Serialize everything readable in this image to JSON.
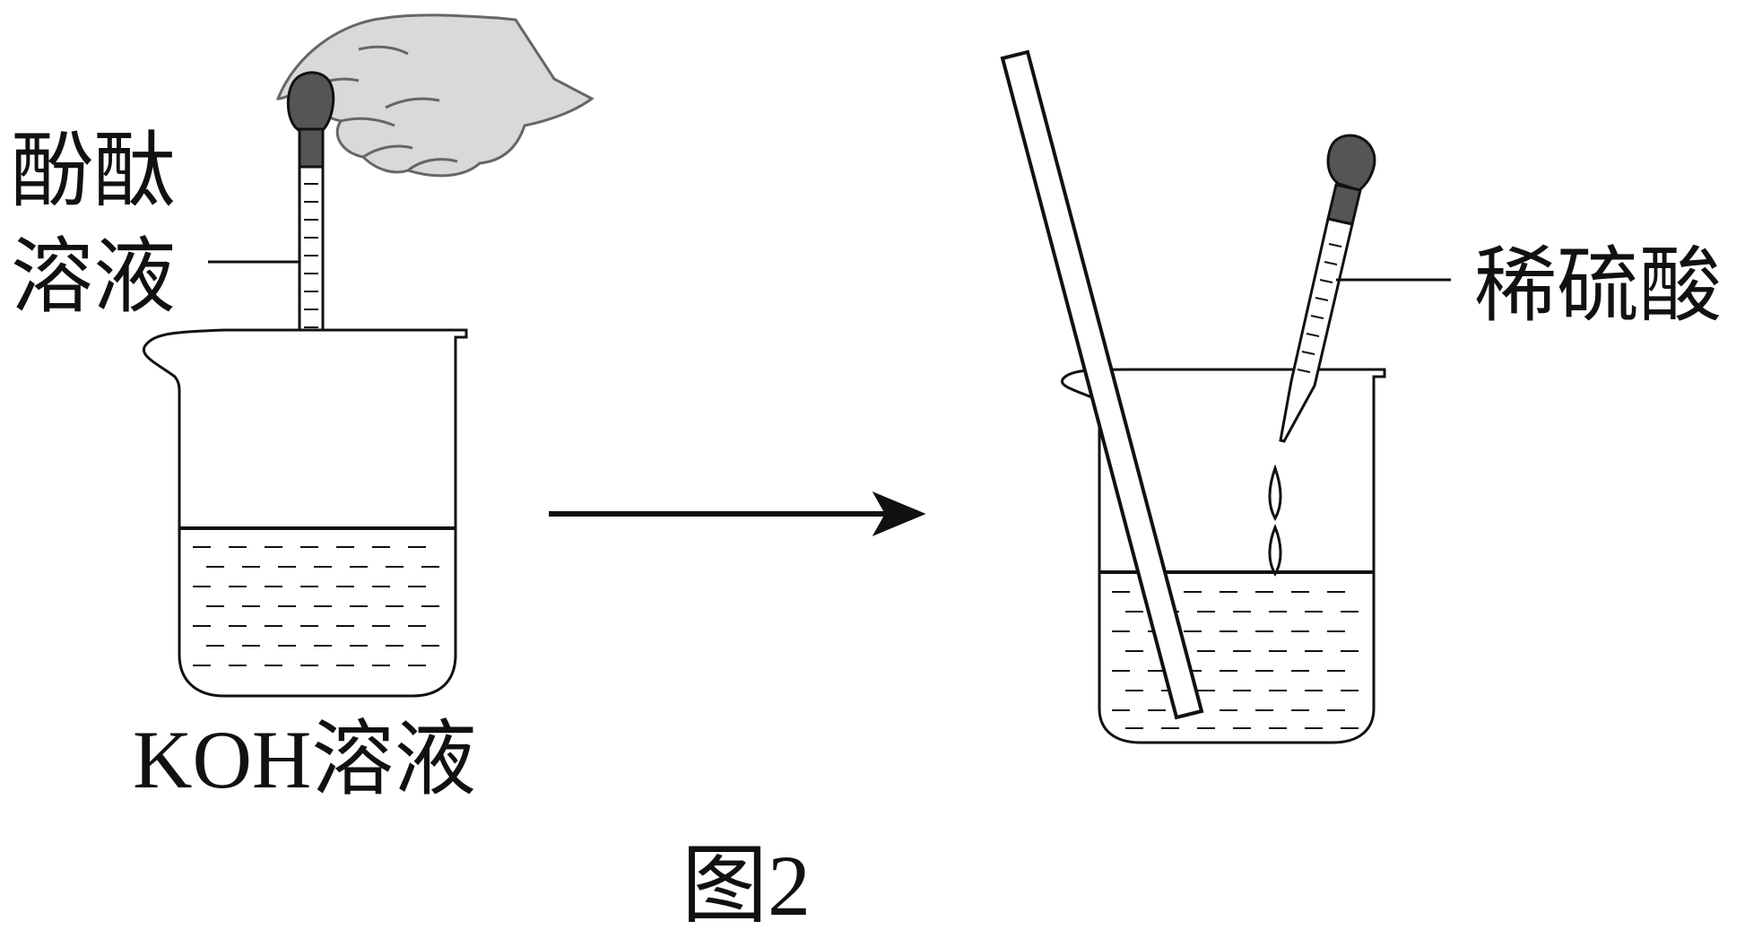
{
  "labels": {
    "phenolphthalein_line1": "酚酞",
    "phenolphthalein_line2": "溶液",
    "koh_solution": "KOH溶液",
    "dilute_sulfuric_acid": "稀硫酸",
    "caption": "图2"
  },
  "colors": {
    "stroke": "#111111",
    "bulb": "#555555",
    "hand_fill": "#d9d9d9",
    "background": "#ffffff"
  }
}
